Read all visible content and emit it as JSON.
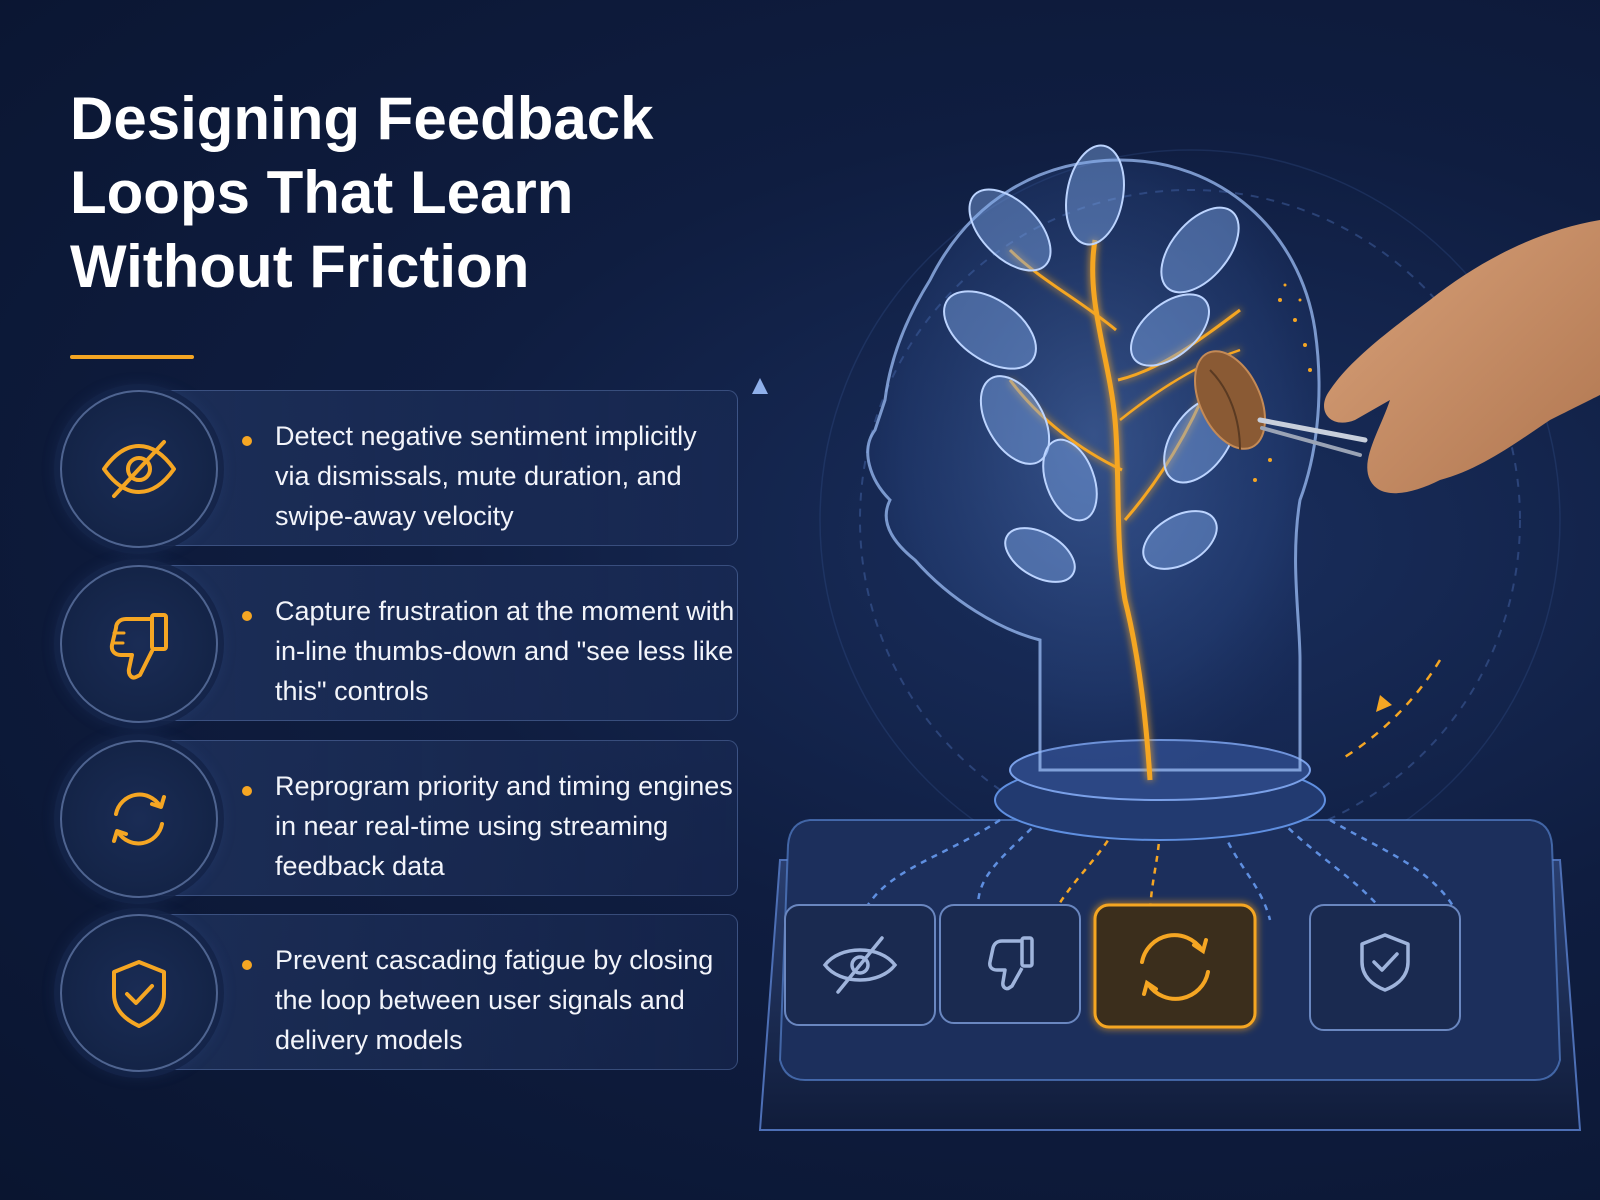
{
  "title_lines": [
    "Designing Feedback",
    "Loops That Learn",
    "Without Friction"
  ],
  "colors": {
    "accent": "#f5a623",
    "glow_blue": "#5f8fe0",
    "text": "#f2f4fa",
    "background": "#0f1d40"
  },
  "cards": [
    {
      "icon": "eye-slash-icon",
      "text": "Detect negative sentiment implicitly via dismissals, mute duration, and swipe-away velocity"
    },
    {
      "icon": "thumbs-down-icon",
      "text": "Capture frustration at the moment with in-line thumbs-down and \"see less like this\" controls"
    },
    {
      "icon": "refresh-cycle-icon",
      "text": "Reprogram priority and timing engines in near real-time using streaming feedback data"
    },
    {
      "icon": "shield-check-icon",
      "text": "Prevent cascading fatigue by closing the loop between user signals and delivery models"
    }
  ],
  "illustration": {
    "subject": "glass head with growing plant, hand removing withered leaf with tweezers",
    "platform_icons": [
      "eye-slash-icon",
      "thumbs-down-icon",
      "refresh-cycle-icon",
      "shield-check-icon"
    ],
    "active_icon": "refresh-cycle-icon"
  }
}
